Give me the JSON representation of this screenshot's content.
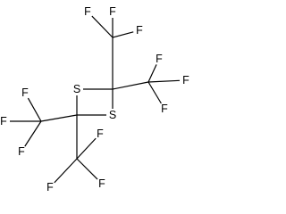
{
  "molecule": {
    "atoms": [
      {
        "id": "S1",
        "symbol": "S"
      },
      {
        "id": "S2",
        "symbol": "S"
      },
      {
        "id": "C_right",
        "symbol": "C"
      },
      {
        "id": "C_left",
        "symbol": "C"
      },
      {
        "id": "C_tr1",
        "symbol": "C"
      },
      {
        "id": "C_tr2",
        "symbol": "C"
      },
      {
        "id": "C_bl1",
        "symbol": "C"
      },
      {
        "id": "C_bl2",
        "symbol": "C"
      },
      {
        "id": "F1",
        "symbol": "F"
      },
      {
        "id": "F2",
        "symbol": "F"
      },
      {
        "id": "F3",
        "symbol": "F"
      },
      {
        "id": "F4",
        "symbol": "F"
      },
      {
        "id": "F5",
        "symbol": "F"
      },
      {
        "id": "F6",
        "symbol": "F"
      },
      {
        "id": "F7",
        "symbol": "F"
      },
      {
        "id": "F8",
        "symbol": "F"
      },
      {
        "id": "F9",
        "symbol": "F"
      },
      {
        "id": "F10",
        "symbol": "F"
      },
      {
        "id": "F11",
        "symbol": "F"
      },
      {
        "id": "F12",
        "symbol": "F"
      }
    ],
    "bonds": [
      [
        "S1",
        "C_right"
      ],
      [
        "S1",
        "C_left"
      ],
      [
        "S2",
        "C_right"
      ],
      [
        "S2",
        "C_left"
      ],
      [
        "C_right",
        "C_tr1"
      ],
      [
        "C_right",
        "C_tr2"
      ],
      [
        "C_left",
        "C_bl1"
      ],
      [
        "C_left",
        "C_bl2"
      ],
      [
        "C_tr1",
        "F1"
      ],
      [
        "C_tr1",
        "F2"
      ],
      [
        "C_tr1",
        "F3"
      ],
      [
        "C_tr2",
        "F4"
      ],
      [
        "C_tr2",
        "F5"
      ],
      [
        "C_tr2",
        "F6"
      ],
      [
        "C_bl1",
        "F7"
      ],
      [
        "C_bl1",
        "F8"
      ],
      [
        "C_bl1",
        "F9"
      ],
      [
        "C_bl2",
        "F10"
      ],
      [
        "C_bl2",
        "F11"
      ],
      [
        "C_bl2",
        "F12"
      ]
    ]
  },
  "colors": {
    "bond": "#000000",
    "label": "#000000"
  }
}
